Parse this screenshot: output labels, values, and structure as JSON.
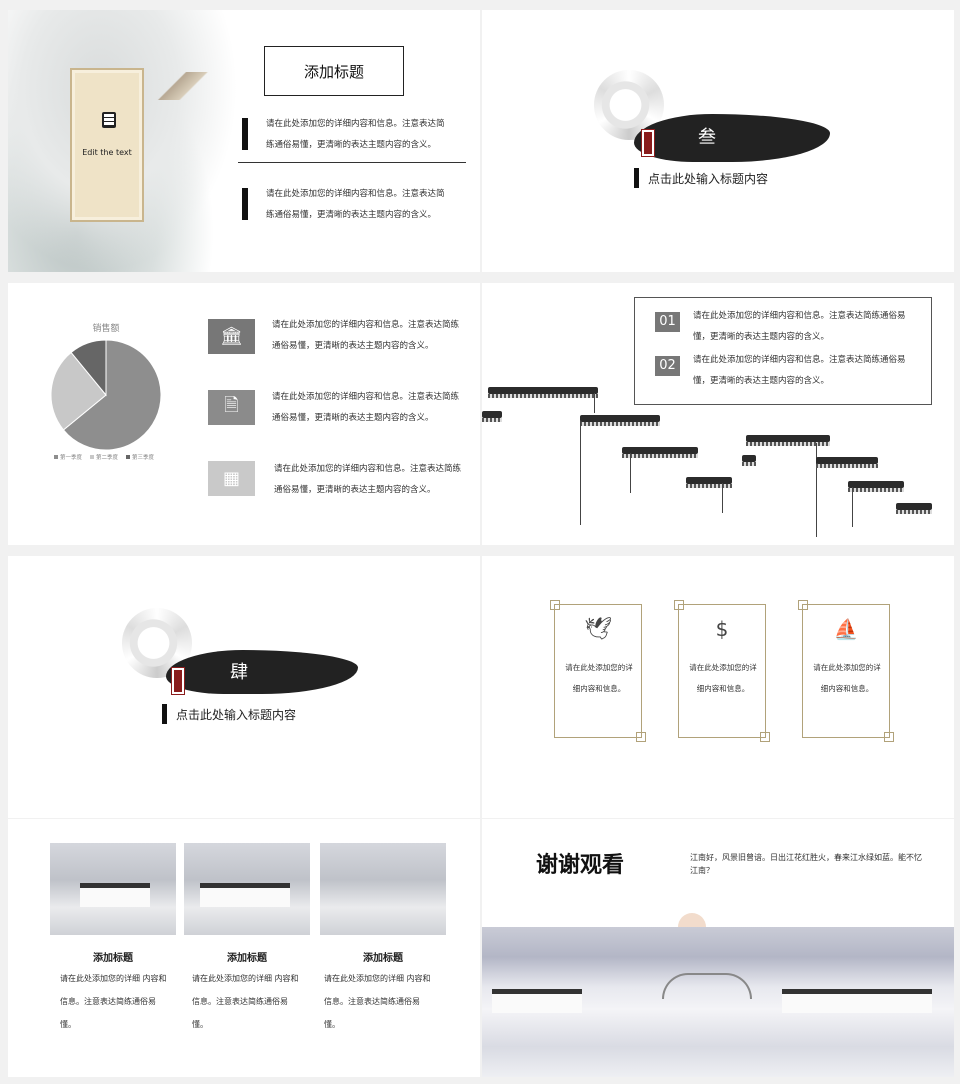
{
  "slide1": {
    "title": "添加标题",
    "scroll_text": "Edit the text",
    "para1": "请在此处添加您的详细内容和信息。注意表达简练通俗易懂，更清晰的表达主题内容的含义。",
    "para2": "请在此处添加您的详细内容和信息。注意表达简练通俗易懂，更清晰的表达主题内容的含义。"
  },
  "slide2": {
    "section": "叁",
    "subtitle": "点击此处输入标题内容"
  },
  "slide3": {
    "item1": "请在此处添加您的详细内容和信息。注意表达简练通俗易懂，更清晰的表达主题内容的含义。",
    "item2": "请在此处添加您的详细内容和信息。注意表达简练通俗易懂，更清晰的表达主题内容的含义。",
    "item3": "请在此处添加您的详细内容和信息。注意表达简练通俗易懂，更清晰的表达主题内容的含义。",
    "icons": [
      "bank-icon",
      "document-icon",
      "calendar-icon"
    ]
  },
  "chart_data": {
    "type": "pie",
    "title": "销售额",
    "categories": [
      "第一季度",
      "第二季度",
      "第三季度"
    ],
    "values": [
      8.2,
      3.2,
      1.4
    ],
    "colors": [
      "#8e8e8e",
      "#c8c8c8",
      "#666666"
    ],
    "legend": "bottom"
  },
  "slide4": {
    "n1": "01",
    "t1": "请在此处添加您的详细内容和信息。注意表达简练通俗易懂，更清晰的表达主题内容的含义。",
    "n2": "02",
    "t2": "请在此处添加您的详细内容和信息。注意表达简练通俗易懂，更清晰的表达主题内容的含义。"
  },
  "slide5": {
    "section": "肆",
    "subtitle": "点击此处输入标题内容"
  },
  "slide6": {
    "card1": "请在此处添加您的详细内容和信息。",
    "card2": "请在此处添加您的详细内容和信息。",
    "card3": "请在此处添加您的详细内容和信息。",
    "icons": [
      "bird-icon",
      "money-hand-icon",
      "sailboat-icon"
    ]
  },
  "slide7": {
    "col1_title": "添加标题",
    "col1_text": "请在此处添加您的详细 内容和信息。注意表达简练通俗易懂。",
    "col2_title": "添加标题",
    "col2_text": "请在此处添加您的详细 内容和信息。注意表达简练通俗易懂。",
    "col3_title": "添加标题",
    "col3_text": "请在此处添加您的详细 内容和信息。注意表达简练通俗易懂。"
  },
  "slide8": {
    "title": "谢谢观看",
    "poem": "江南好，风景旧曾谙。日出江花红胜火，春来江水绿如蓝。能不忆江南？"
  }
}
